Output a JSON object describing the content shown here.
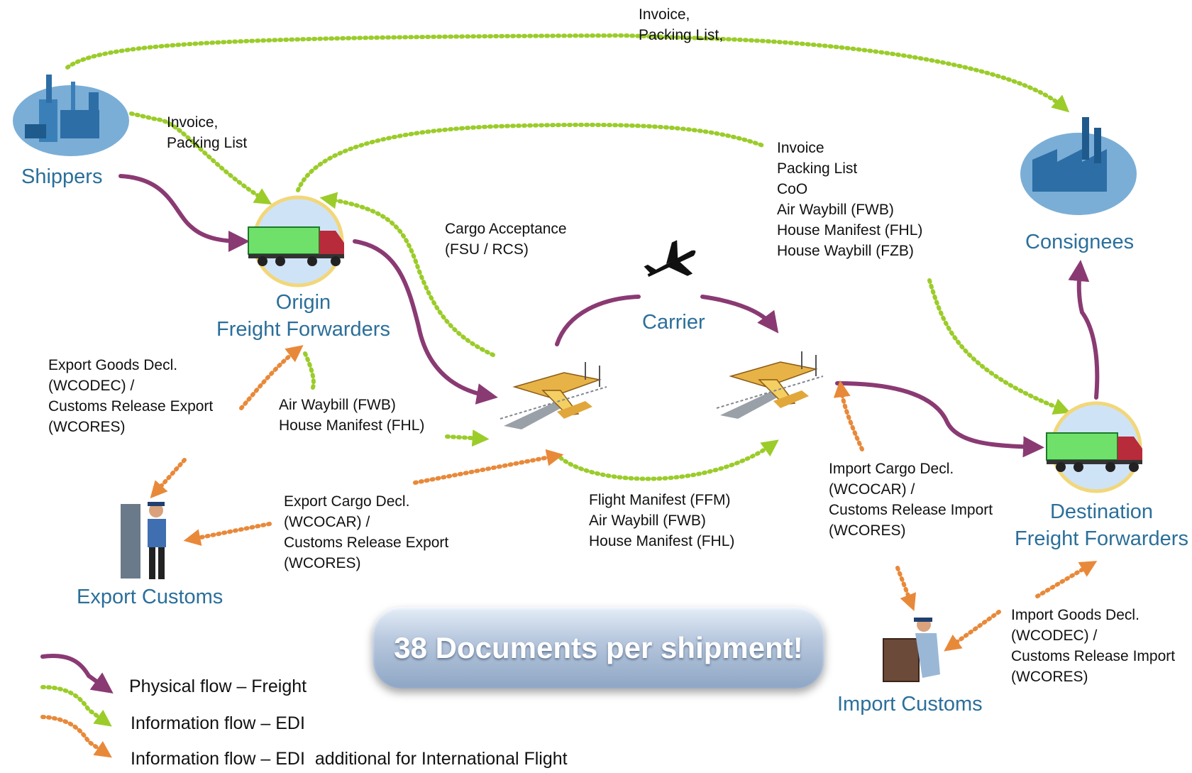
{
  "entities": {
    "shippers": "Shippers",
    "consignees": "Consignees",
    "origin_ff": "Origin\nFreight Forwarders",
    "carrier": "Carrier",
    "destination_ff": "Destination\nFreight Forwarders",
    "export_customs": "Export Customs",
    "import_customs": "Import Customs"
  },
  "labels": {
    "top_docs": "Invoice,\nPacking List,",
    "shipper_docs": "Invoice,\nPacking List",
    "consignee_docs": "Invoice\nPacking List\nCoO\nAir Waybill (FWB)\nHouse Manifest (FHL)\nHouse Waybill (FZB)",
    "cargo_acceptance": "Cargo Acceptance\n(FSU / RCS)",
    "export_goods": "Export Goods Decl.\n(WCODEC) /\nCustoms Release Export\n(WCORES)",
    "origin_to_airport": "Air Waybill (FWB)\nHouse Manifest (FHL)",
    "export_cargo": "Export Cargo Decl.\n(WCOCAR) /\nCustoms Release Export\n(WCORES)",
    "flight_docs": "Flight Manifest (FFM)\nAir Waybill (FWB)\nHouse Manifest (FHL)",
    "import_cargo": "Import Cargo Decl.\n(WCOCAR) /\nCustoms Release Import\n(WCORES)",
    "import_goods": "Import Goods Decl.\n(WCODEC) /\nCustoms Release Import\n(WCORES)"
  },
  "banner": "38 Documents per shipment!",
  "legend": {
    "physical": "Physical flow – Freight",
    "info": "Information flow – EDI",
    "info_intl": "Information flow – EDI  additional for International Flight"
  },
  "colors": {
    "physical": "#8a3a73",
    "info": "#9bcc2a",
    "info_intl": "#e8893a",
    "entity_text": "#2b6f9a"
  },
  "icons": [
    "factory-icon",
    "truck-icon",
    "airplane-icon",
    "airport-icon",
    "customs-officer-icon"
  ]
}
